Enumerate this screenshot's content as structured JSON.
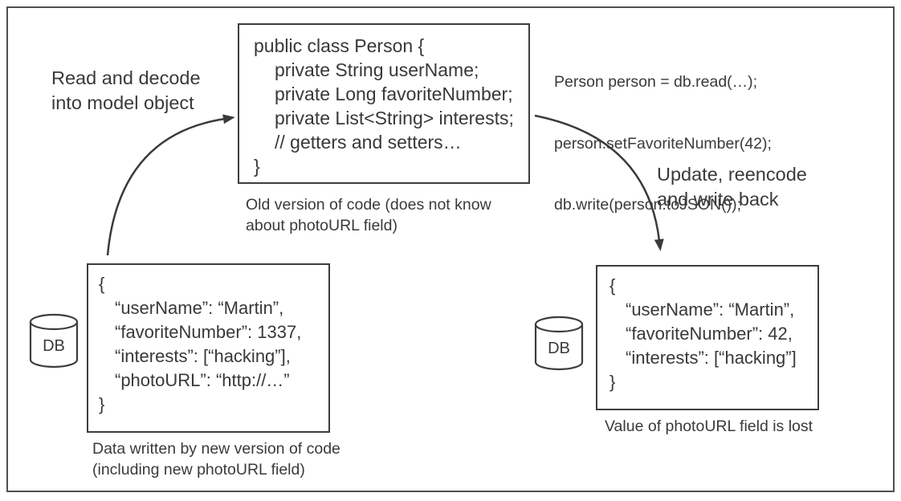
{
  "labels": {
    "read_decode": [
      "Read and decode",
      "into model object"
    ],
    "update_write": [
      "Update, reencode",
      "and write back"
    ]
  },
  "person_class_box": {
    "lines": [
      "public class Person {",
      "private String userName;",
      "private Long favoriteNumber;",
      "private List<String> interests;",
      "// getters and setters…",
      "}"
    ],
    "caption": [
      "Old version of code (does not know",
      "about photoURL field)"
    ]
  },
  "app_code": {
    "lines": [
      "Person person = db.read(…);",
      "person.setFavoriteNumber(42);",
      "db.write(person.toJSON());"
    ]
  },
  "left_json_box": {
    "lines": [
      "{",
      "“userName”: “Martin”,",
      "“favoriteNumber”: 1337,",
      "“interests”: [“hacking”],",
      "“photoURL”: “http://…”",
      "}"
    ],
    "caption": [
      "Data written by new version of code",
      "(including new photoURL field)"
    ]
  },
  "right_json_box": {
    "lines": [
      "{",
      "“userName”: “Martin”,",
      "“favoriteNumber”: 42,",
      "“interests”: [“hacking”]",
      "}"
    ],
    "caption": "Value of photoURL field is lost"
  },
  "db": {
    "left_label": "DB",
    "right_label": "DB"
  },
  "colors": {
    "text": "#3a3a3a",
    "box_border": "#3d3d3d",
    "frame_border": "#4f4f4f",
    "background": "#ffffff"
  }
}
